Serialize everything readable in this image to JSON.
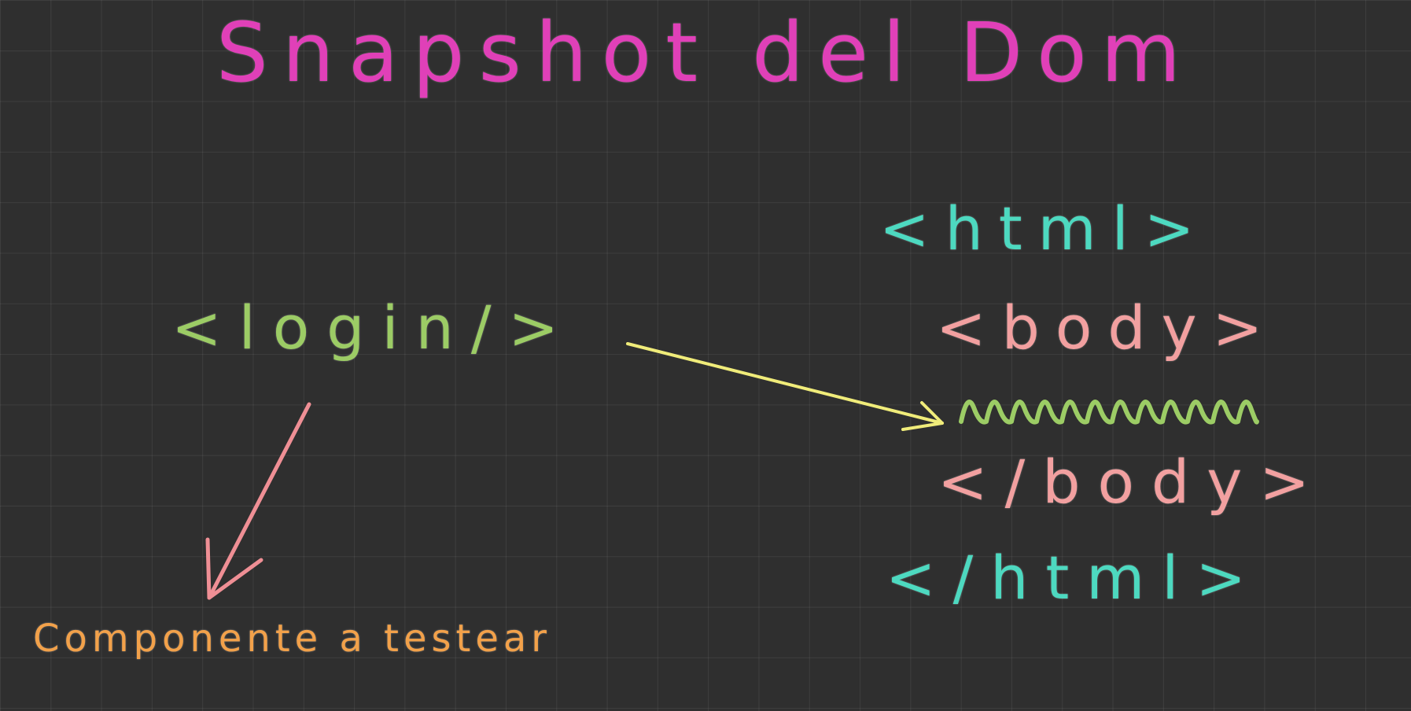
{
  "title": "Snapshot del Dom",
  "component_tag": "<login/>",
  "dom": {
    "html_open": "<html>",
    "body_open": "<body>",
    "body_close": "</body>",
    "html_close": "</html>"
  },
  "caption": "Componente a testear",
  "colors": {
    "background": "#2f2f2f",
    "title": "#e040b8",
    "component": "#9ccc65",
    "html_tags": "#4dd9c0",
    "body_tags": "#f2a0a0",
    "content_squiggle": "#9ccc65",
    "arrow_to_dom": "#f0ec7a",
    "arrow_to_caption": "#ef8f95",
    "caption": "#f2a14a"
  }
}
